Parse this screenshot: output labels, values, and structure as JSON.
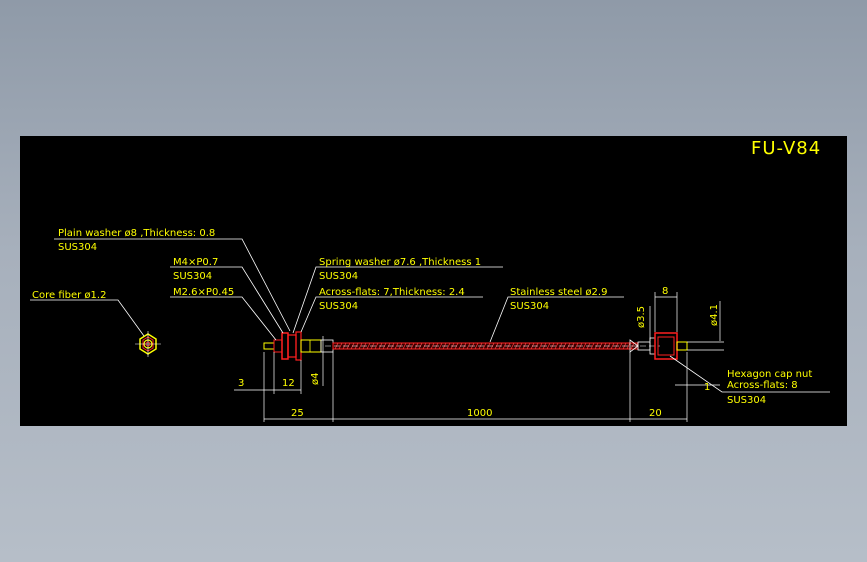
{
  "drawing": {
    "title": "FU-V84",
    "labels": {
      "plain_washer": "Plain washer ø8 ,Thickness: 0.8",
      "plain_washer_mat": "SUS304",
      "m4": "M4×P0.7",
      "m4_mat": "SUS304",
      "m2": "M2.6×P0.45",
      "core_fiber": "Core fiber ø1.2",
      "spring_washer": "Spring washer ø7.6 ,Thickness 1",
      "spring_washer_mat": "SUS304",
      "across_flats": "Across-flats: 7,Thickness: 2.4",
      "across_flats_mat": "SUS304",
      "stainless": "Stainless steel ø2.9",
      "stainless_mat": "SUS304",
      "hex_nut": "Hexagon cap nut",
      "hex_nut_af": "Across-flats: 8",
      "hex_nut_mat": "SUS304"
    },
    "dimensions": {
      "d3": "3",
      "d12": "12",
      "d25": "25",
      "d1000": "1000",
      "d20": "20",
      "d8": "8",
      "d1": "1",
      "dia4": "ø4",
      "dia35": "ø3.5",
      "dia41": "ø4.1"
    },
    "colors": {
      "text": "#ffff00",
      "part": "#ff2020",
      "line": "#ffffff",
      "background": "#000000"
    }
  }
}
